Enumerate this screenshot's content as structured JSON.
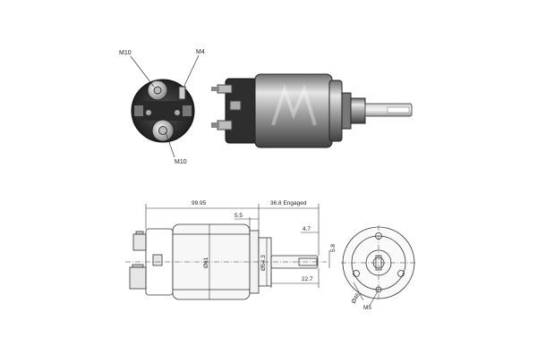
{
  "photo_callouts": {
    "m10_top": "M10",
    "m4": "M4",
    "m10_bottom": "M10"
  },
  "dimensions": {
    "overall_length": "99.95",
    "engaged": "36.8 Engaged",
    "flange_gap": "5.5",
    "body_dia": "Ø61",
    "nose_dia": "Ø54.3",
    "plunger_len": "22.7",
    "slot_width": "4.7",
    "slot_height": "5.8",
    "bolt_circle": "Ø46",
    "screw": "M5"
  },
  "colors": {
    "line": "#333333",
    "metal_light": "#d9d9d9",
    "metal_mid": "#a9a9a9",
    "metal_dark": "#555555"
  }
}
